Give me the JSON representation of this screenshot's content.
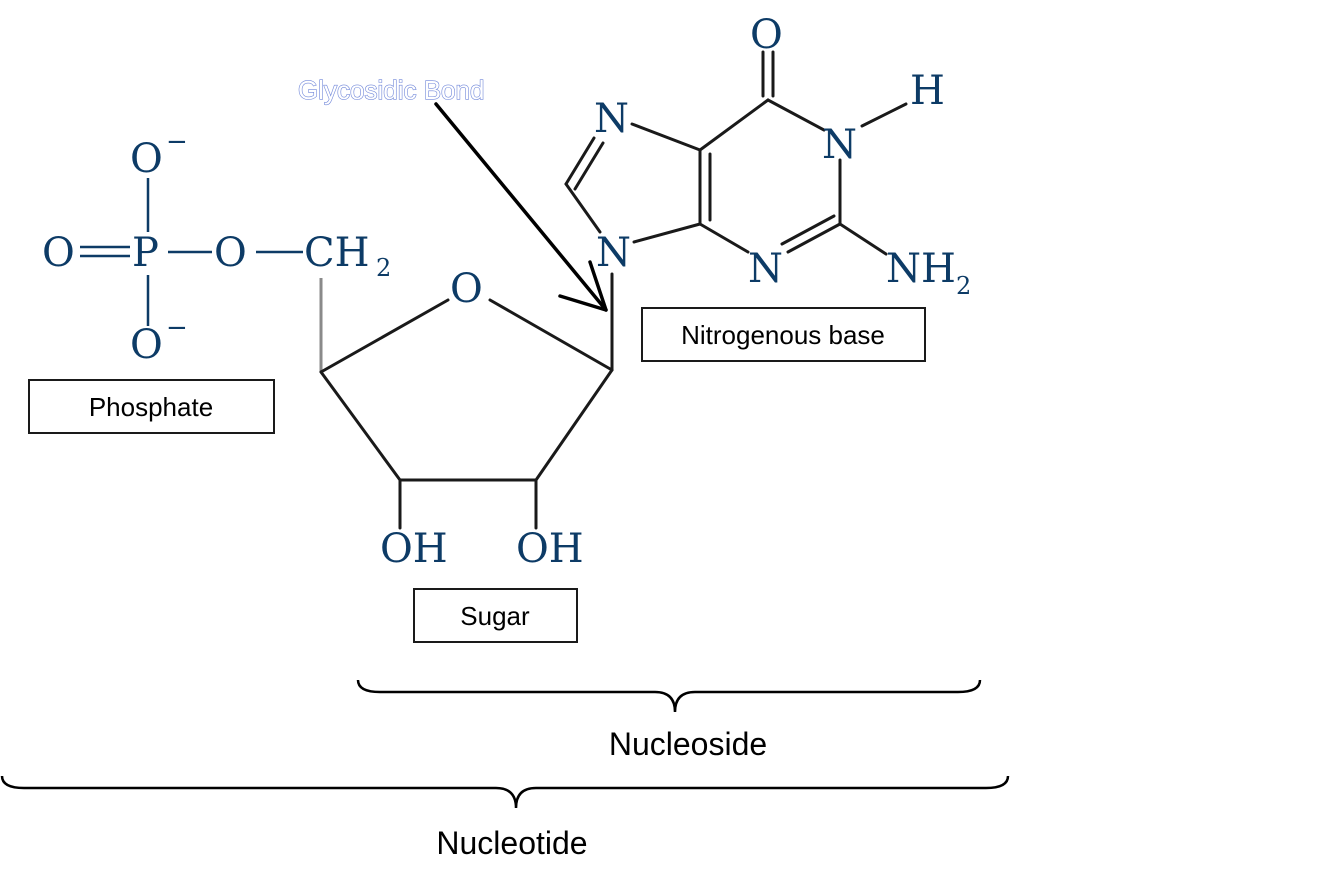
{
  "annotation": {
    "glycosidic_bond": "Glycosidic Bond"
  },
  "labels": {
    "phosphate": "Phosphate",
    "sugar": "Sugar",
    "nitrogenous_base": "Nitrogenous base",
    "nucleoside": "Nucleoside",
    "nucleotide": "Nucleotide"
  },
  "phosphate_group": {
    "top_oxygen": "O",
    "top_charge": "−",
    "double_oxygen": "O",
    "phosphorus": "P",
    "bridge_oxygen": "O",
    "bottom_oxygen": "O",
    "bottom_charge": "−",
    "ch2_main": "CH",
    "ch2_sub": "2"
  },
  "sugar_ring": {
    "ring_oxygen": "O",
    "hydroxyl_left": "OH",
    "hydroxyl_right": "OH"
  },
  "base": {
    "carbonyl_oxygen": "O",
    "hydrogen": "H",
    "n1": "N",
    "n3": "N",
    "n7": "N",
    "n9": "N",
    "amine_main": "NH",
    "amine_sub": "2"
  },
  "colors": {
    "structure": "#0d3b66",
    "annotation": "#6f86d9"
  }
}
